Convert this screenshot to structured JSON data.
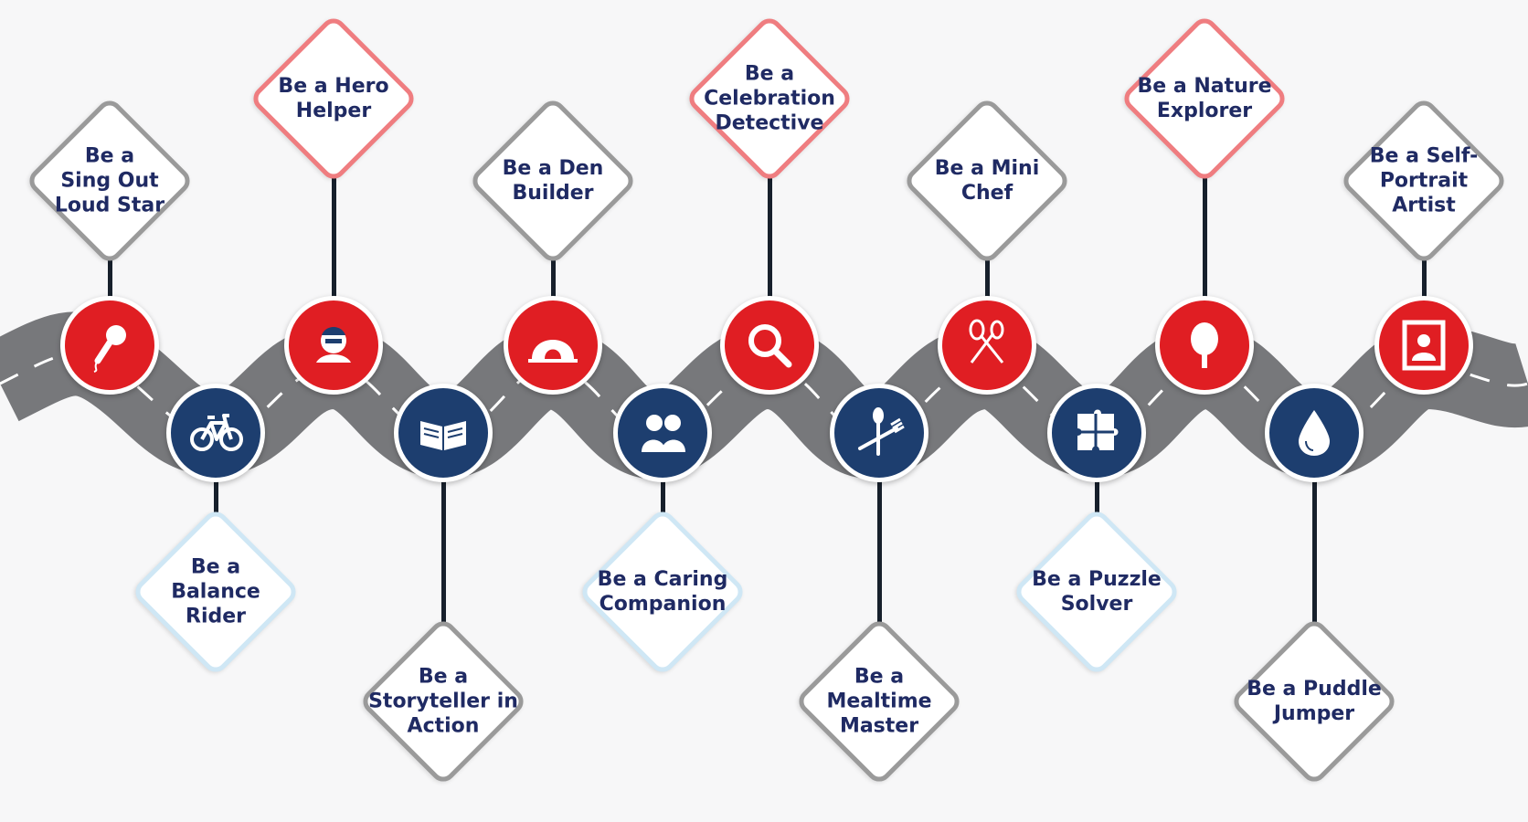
{
  "milestones": [
    {
      "id": "sing",
      "label": "Be a\nSing Out\nLoud Star",
      "icon": "microphone-icon",
      "side": "top",
      "color": "red",
      "border": "gray"
    },
    {
      "id": "balance",
      "label": "Be a\nBalance\nRider",
      "icon": "bicycle-icon",
      "side": "bottom",
      "color": "navy",
      "border": "lightblue"
    },
    {
      "id": "hero",
      "label": "Be a Hero\nHelper",
      "icon": "hero-icon",
      "side": "top",
      "color": "red",
      "border": "pink"
    },
    {
      "id": "story",
      "label": "Be a\nStoryteller in\nAction",
      "icon": "book-icon",
      "side": "bottom",
      "color": "navy",
      "border": "gray"
    },
    {
      "id": "den",
      "label": "Be a Den\nBuilder",
      "icon": "den-icon",
      "side": "top",
      "color": "red",
      "border": "gray"
    },
    {
      "id": "caring",
      "label": "Be a Caring\nCompanion",
      "icon": "friends-icon",
      "side": "bottom",
      "color": "navy",
      "border": "lightblue"
    },
    {
      "id": "celebration",
      "label": "Be a\nCelebration\nDetective",
      "icon": "magnifier-icon",
      "side": "top",
      "color": "red",
      "border": "pink"
    },
    {
      "id": "mealtime",
      "label": "Be a\nMealtime\nMaster",
      "icon": "spoon-fork-icon",
      "side": "bottom",
      "color": "navy",
      "border": "gray"
    },
    {
      "id": "chef",
      "label": "Be a Mini\nChef",
      "icon": "whisk-spoon-icon",
      "side": "top",
      "color": "red",
      "border": "gray"
    },
    {
      "id": "puzzle",
      "label": "Be a Puzzle\nSolver",
      "icon": "puzzle-icon",
      "side": "bottom",
      "color": "navy",
      "border": "lightblue"
    },
    {
      "id": "nature",
      "label": "Be a Nature\nExplorer",
      "icon": "tree-icon",
      "side": "top",
      "color": "red",
      "border": "pink"
    },
    {
      "id": "puddle",
      "label": "Be a Puddle\nJumper",
      "icon": "water-drop-icon",
      "side": "bottom",
      "color": "navy",
      "border": "gray"
    },
    {
      "id": "portrait",
      "label": "Be a Self-\nPortrait Artist",
      "icon": "portrait-frame-icon",
      "side": "top",
      "color": "red",
      "border": "gray"
    }
  ],
  "colors": {
    "red": "#e01e23",
    "navy": "#1d3e6f",
    "road": "#77787b",
    "stem": "#17202c",
    "text": "#1f2a63"
  }
}
